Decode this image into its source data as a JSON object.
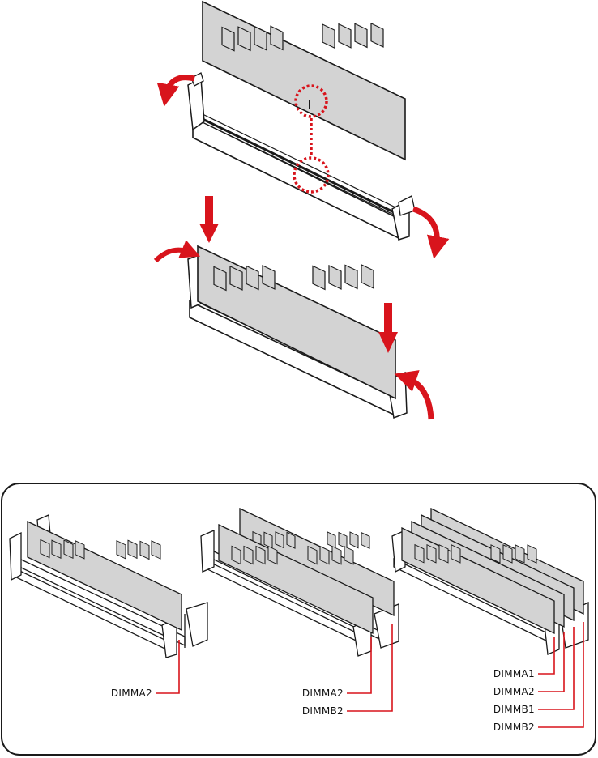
{
  "colors": {
    "accent": "#d8141c",
    "module_fill": "#d3d3d3",
    "slot_fill": "#ffffff",
    "outline": "#1a1a1a"
  },
  "diagram": {
    "steps": [
      {
        "id": "align-notch",
        "arrows": [
          "open-latch-left",
          "open-latch-right"
        ],
        "highlight": "notch-alignment"
      },
      {
        "id": "press-down",
        "arrows": [
          "push-down-left",
          "push-down-right",
          "close-latch-left",
          "close-latch-right"
        ]
      }
    ],
    "configurations": [
      {
        "modules": 1,
        "labels": [
          "DIMMA2"
        ]
      },
      {
        "modules": 2,
        "labels": [
          "DIMMA2",
          "DIMMB2"
        ]
      },
      {
        "modules": 4,
        "labels": [
          "DIMMA1",
          "DIMMA2",
          "DIMMB1",
          "DIMMB2"
        ]
      }
    ]
  }
}
